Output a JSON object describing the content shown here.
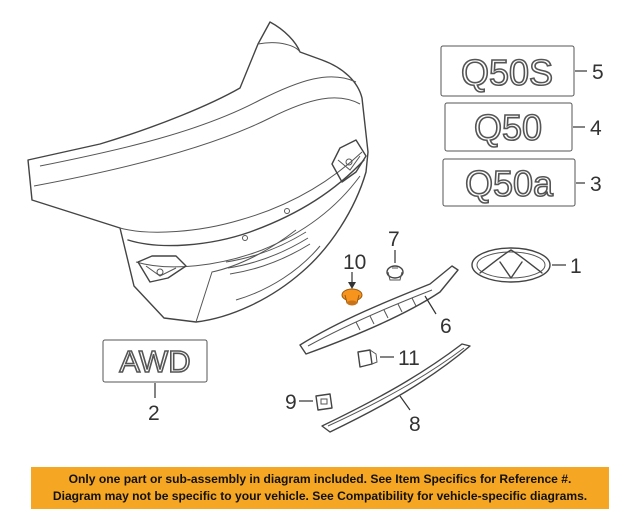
{
  "badges": {
    "q50s": "Q50S",
    "q50": "Q50",
    "q50a": "Q50a",
    "awd": "AWD"
  },
  "callouts": {
    "c1": "1",
    "c2": "2",
    "c3": "3",
    "c4": "4",
    "c5": "5",
    "c6": "6",
    "c7": "7",
    "c8": "8",
    "c9": "9",
    "c10": "10",
    "c11": "11"
  },
  "notice": {
    "line1": "Only one part or sub-assembly in diagram included. See Item Specifics for Reference #.",
    "line2": "Diagram may not be specific to your vehicle. See Compatibility for vehicle-specific diagrams."
  },
  "colors": {
    "notice_background": "#f5a623",
    "highlighted_part": "#f7941d",
    "line_art": "#444444"
  }
}
